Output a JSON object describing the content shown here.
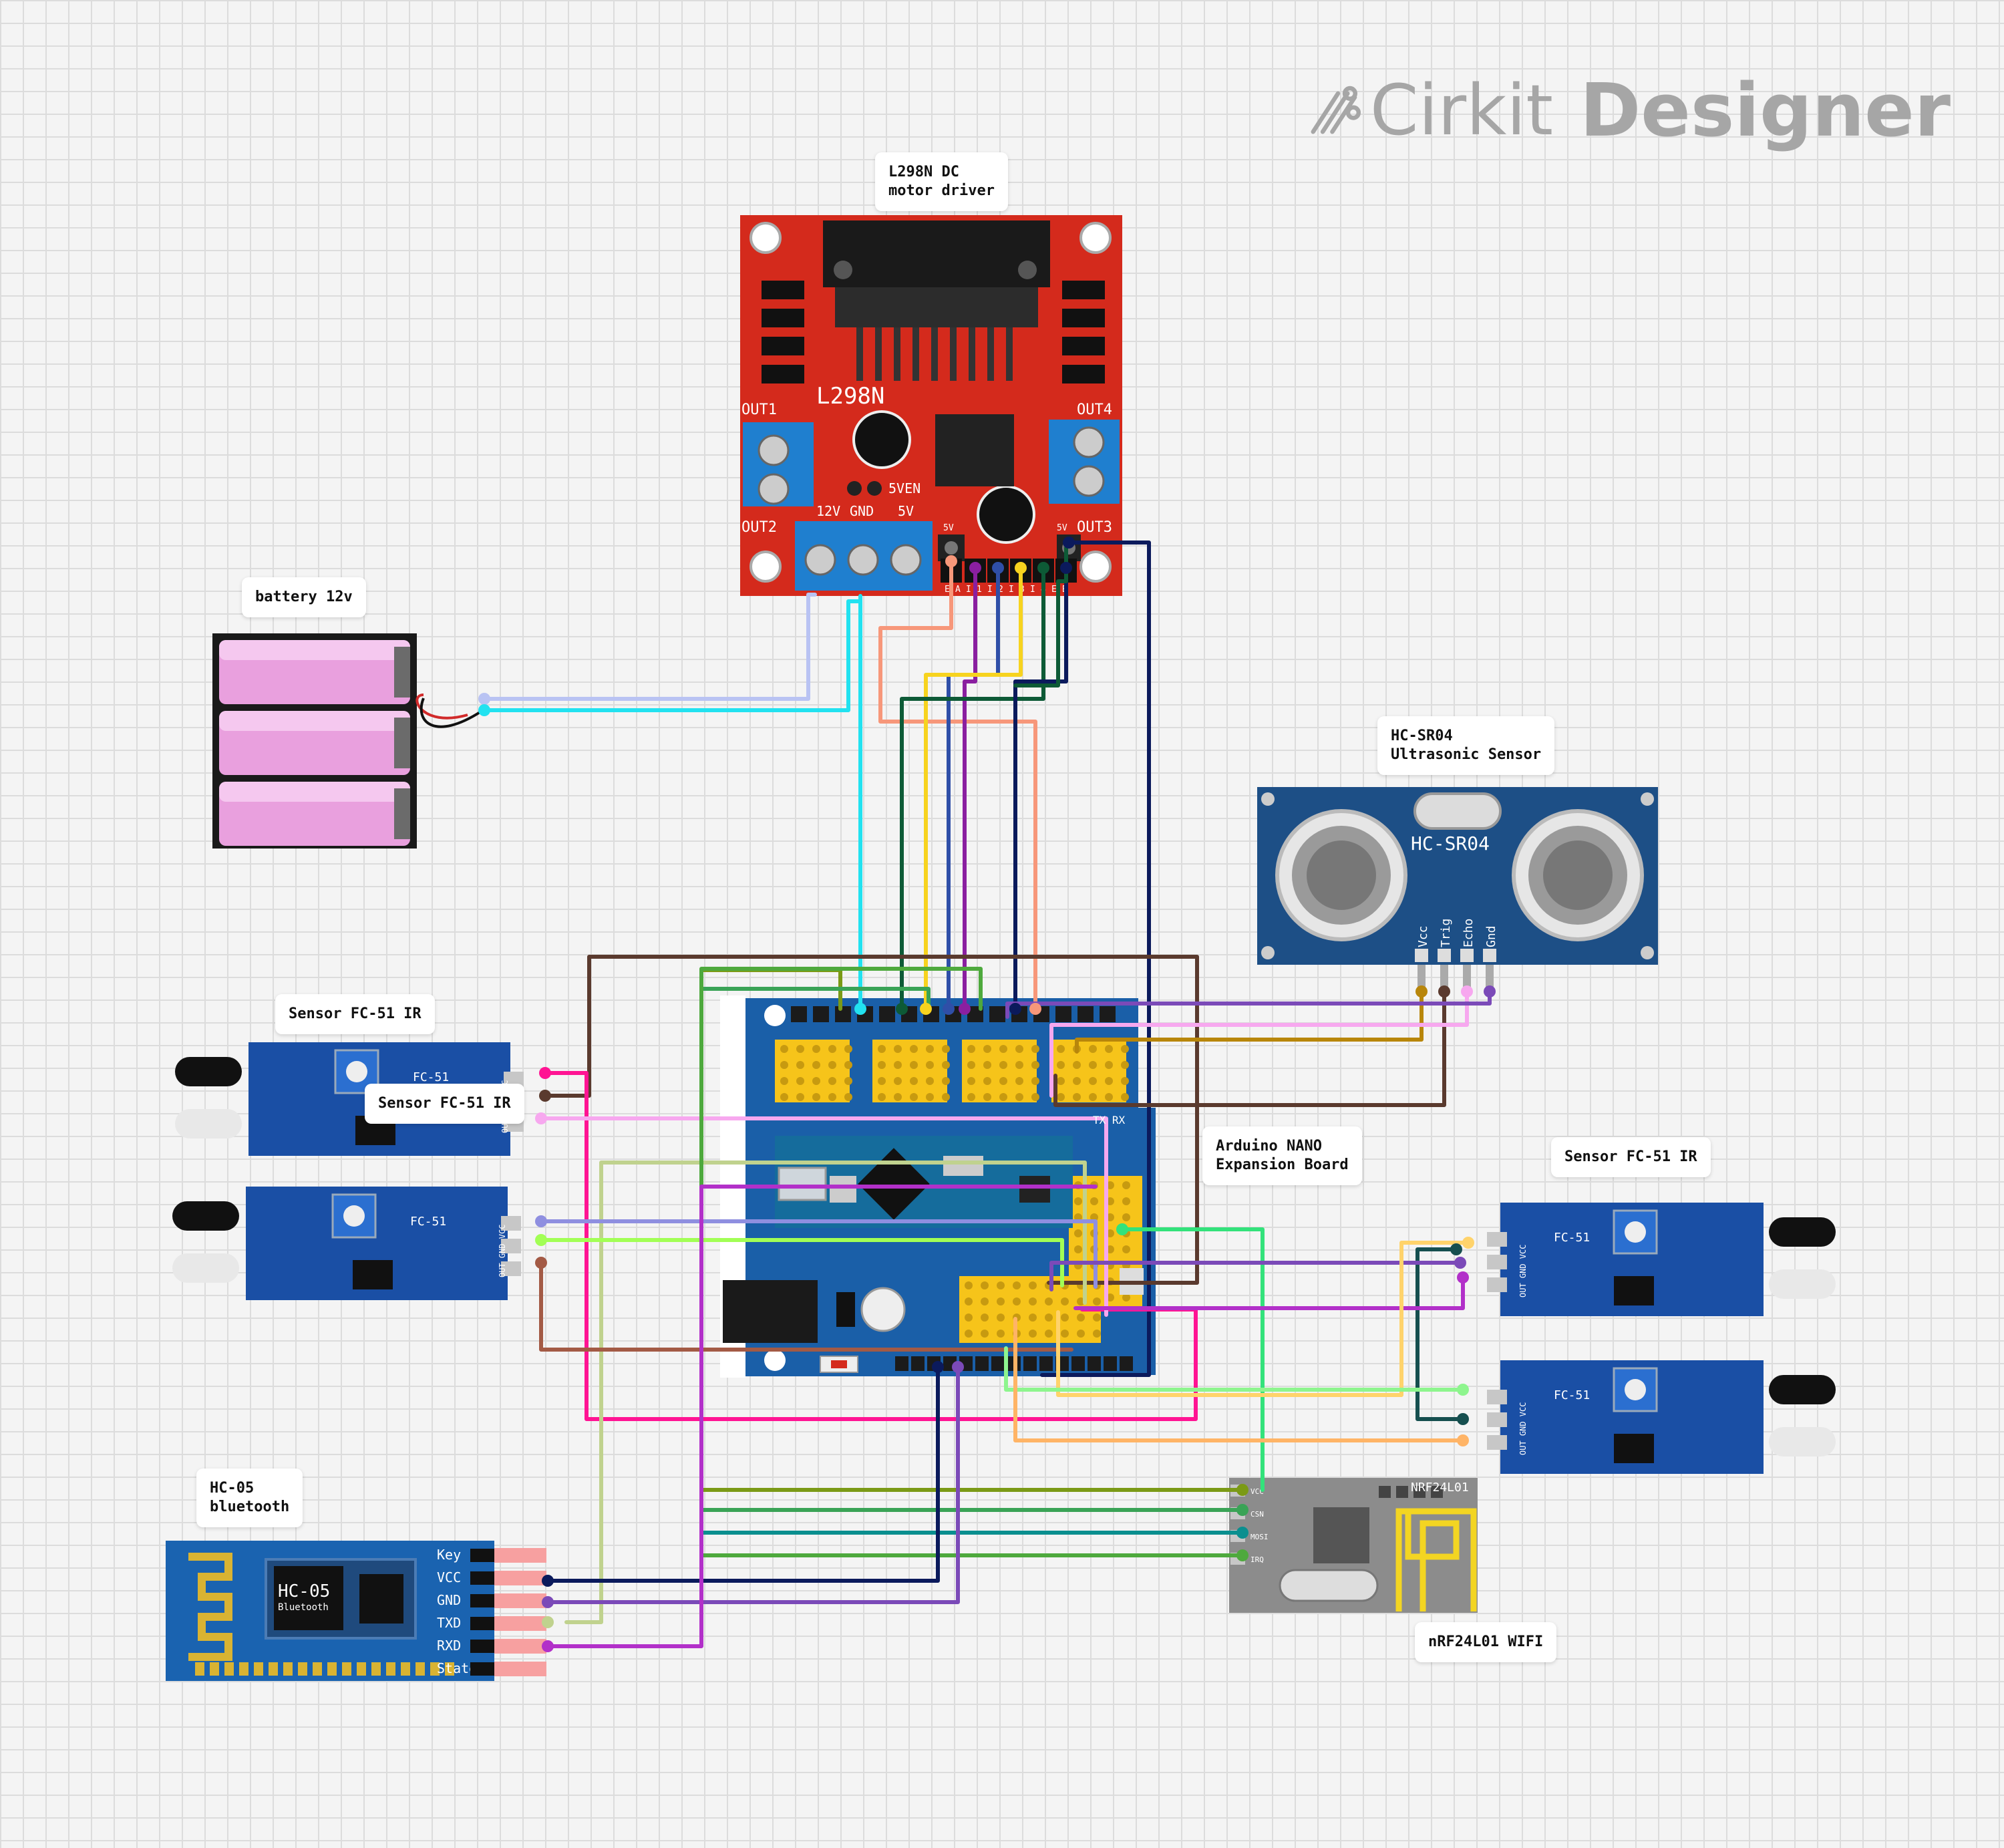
{
  "logo": {
    "brand_light": "Cirkit",
    "brand_bold": "Designer",
    "icon": "cirkit-logo-icon"
  },
  "components": {
    "l298n": {
      "label_line1": "L298N DC",
      "label_line2": "motor driver",
      "chip_text": "L298N",
      "out1": "OUT1",
      "out2": "OUT2",
      "out3": "OUT3",
      "out4": "OUT4",
      "v12": "12V",
      "gnd": "GND",
      "v5": "5V",
      "enable_jumper": "5VEN",
      "pin_5v": "5V",
      "pin_row": [
        "E",
        "A",
        "I",
        "1",
        "I",
        "2",
        "I",
        "3",
        "I",
        "4",
        "E",
        "B"
      ],
      "board_color": "#d42a1c"
    },
    "battery": {
      "label": "battery 12v",
      "cell_color": "#e9a0de"
    },
    "hcsr04": {
      "label_line1": "HC-SR04",
      "label_line2": "Ultrasonic Sensor",
      "board_text": "HC-SR04",
      "pins": [
        "Vcc",
        "Trig",
        "Echo",
        "Gnd"
      ],
      "board_color": "#1d4f86"
    },
    "nano_board": {
      "label_line1": "Arduino NANO",
      "label_line2": "Expansion Board",
      "board_color": "#1a5fa8"
    },
    "ir_top_left": {
      "label": "Sensor FC-51 IR",
      "board_text": "FC-51",
      "pins": "OUT GND VCC"
    },
    "ir_mid_left": {
      "label": "Sensor FC-51 IR",
      "board_text": "FC-51",
      "pins": "OUT GND VCC"
    },
    "ir_right_top": {
      "label": "Sensor FC-51 IR",
      "board_text": "FC-51",
      "pins": "OUT GND VCC"
    },
    "ir_right_bottom": {
      "board_text": "FC-51",
      "pins": "OUT GND VCC"
    },
    "hc05": {
      "label_line1": "HC-05",
      "label_line2": "bluetooth",
      "chip_text": "HC-05",
      "chip_sub": "Bluetooth",
      "pins": [
        "Key",
        "VCC",
        "GND",
        "TXD",
        "RXD",
        "State"
      ],
      "board_color": "#1a63b0"
    },
    "nrf24": {
      "label": "nRF24L01 WIFI",
      "board_text": "NRF24L01",
      "pins": [
        "VCC",
        "CSN",
        "MOSI",
        "IRQ"
      ],
      "board_color": "#8c8c8c"
    }
  },
  "wire_colors": {
    "lavender": "#b9c3f3",
    "cyan": "#22e2f0",
    "salmon": "#f7977a",
    "purple": "#8a1fa0",
    "blue": "#2f4fa8",
    "yellow": "#f7d31f",
    "dark_green": "#0d5a36",
    "navy": "#0b1a5c",
    "brown": "#5a3a2e",
    "gold": "#b8860b",
    "pink": "#f7a8ef",
    "violet": "#7b4ab8",
    "magenta": "#ff1493",
    "sage": "#c0d28e",
    "lime": "#a2ff55",
    "periwinkle": "#8f8fe0",
    "rust": "#a35a45",
    "mint": "#33e27b",
    "teal_dark": "#164f4f",
    "orchid": "#b230c9",
    "apricot": "#ffb466",
    "butter": "#ffd36b",
    "pale_green": "#8ef58e",
    "olive": "#7b9a16",
    "teal": "#0b8f8f",
    "green": "#3aa356",
    "grass": "#4ea93d"
  }
}
